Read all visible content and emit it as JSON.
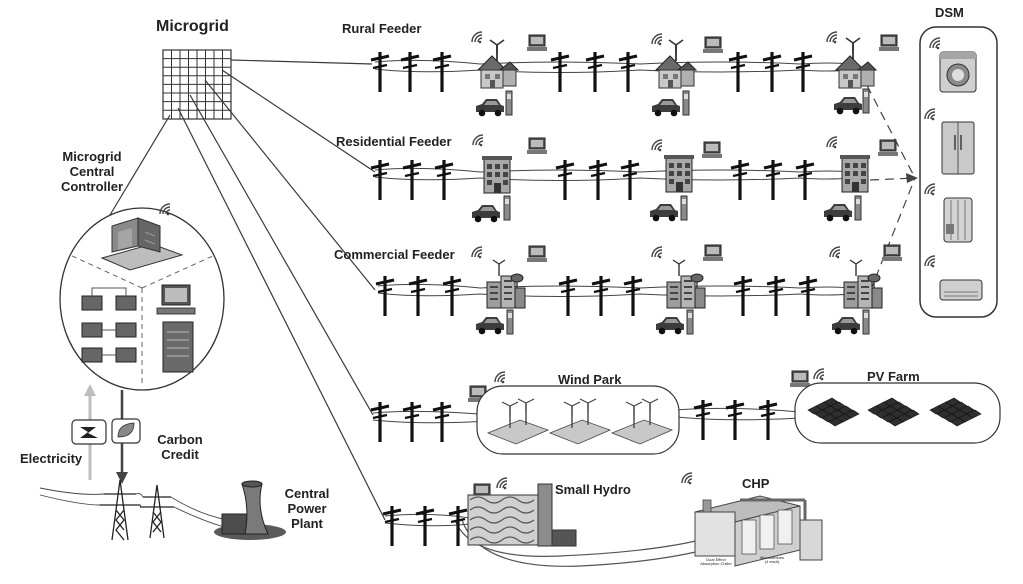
{
  "labels": {
    "microgrid": "Microgrid",
    "controller": [
      "Microgrid",
      "Central",
      "Controller"
    ],
    "dsm": "DSM",
    "rural_feeder": "Rural Feeder",
    "residential_feeder": "Residential Feeder",
    "commercial_feeder": "Commercial Feeder",
    "wind_park": "Wind Park",
    "pv_farm": "PV Farm",
    "small_hydro": "Small Hydro",
    "chp": "CHP",
    "chp_parts": [
      "Dual Effect",
      "Absorption Chiller",
      "Microturbines",
      "(4 each)"
    ],
    "electricity": "Electricity",
    "carbon_credit": [
      "Carbon",
      "Credit"
    ],
    "central_power_plant": [
      "Central",
      "Power",
      "Plant"
    ]
  },
  "colors": {
    "ink": "#222222",
    "line": "#3a3a3a",
    "panel": "#e6e6e6",
    "building": "#9a9a9a",
    "wire_light": "#bdbdbd"
  },
  "icons": [
    "wifi-icon",
    "computer-icon",
    "wind-turbine-icon",
    "house-icon",
    "car-icon",
    "ev-charger-icon",
    "office-building-icon",
    "factory-icon",
    "washing-machine-icon",
    "refrigerator-icon",
    "radiator-icon",
    "air-conditioner-icon",
    "battery-icon",
    "server-icon",
    "solar-panel-icon",
    "dam-icon",
    "transmission-tower-icon",
    "power-plant-icon",
    "lightning-icon",
    "leaf-icon"
  ]
}
